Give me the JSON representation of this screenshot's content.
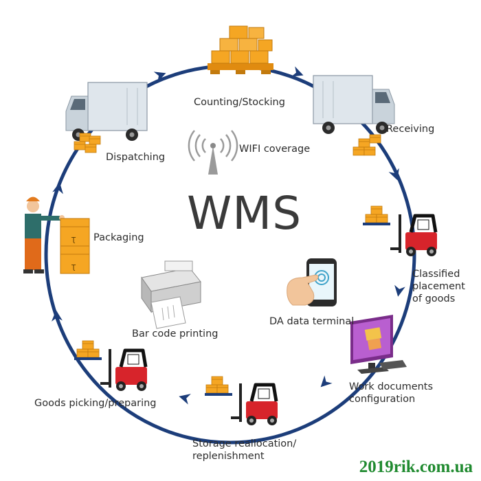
{
  "title": "WMS",
  "stages": {
    "counting": "Counting/Stocking",
    "receiving": "Receiving",
    "classified": [
      "Classified",
      "placement",
      "of goods"
    ],
    "work_docs": [
      "Work documents",
      "configuration"
    ],
    "storage": [
      "Storage reallocation/",
      "replenishment"
    ],
    "picking": "Goods picking/preparing",
    "packaging": "Packaging",
    "dispatching": "Dispatching"
  },
  "center": {
    "wifi": "WIFI coverage",
    "terminal": "DA data terminal",
    "printing": "Bar code printing"
  },
  "watermark": "2019rik.com.ua",
  "colors": {
    "cycle": "#1c3d7a",
    "box": "#f5a623",
    "box_dark": "#d58a12",
    "forklift": "#d7242b",
    "truck": "#c9d3db",
    "screen": "#3fa3c9"
  }
}
